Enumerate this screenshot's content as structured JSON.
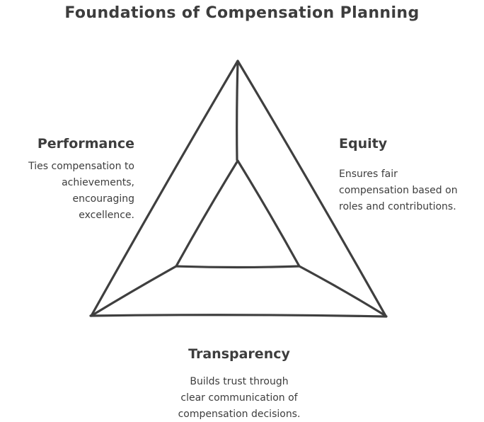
{
  "title": "Foundations of Compensation Planning",
  "diagram": {
    "type": "triangle-concept-diagram",
    "stroke_color": "#3f3f3f",
    "text_color": "#3d3d3d",
    "background_color": "#ffffff"
  },
  "nodes": {
    "performance": {
      "heading": "Performance",
      "description": [
        "Ties compensation to",
        "achievements,",
        "encouraging",
        "excellence."
      ]
    },
    "equity": {
      "heading": "Equity",
      "description": [
        "Ensures fair",
        "compensation based on",
        "roles and contributions."
      ]
    },
    "transparency": {
      "heading": "Transparency",
      "description": [
        "Builds trust through",
        "clear communication of",
        "compensation decisions."
      ]
    }
  }
}
